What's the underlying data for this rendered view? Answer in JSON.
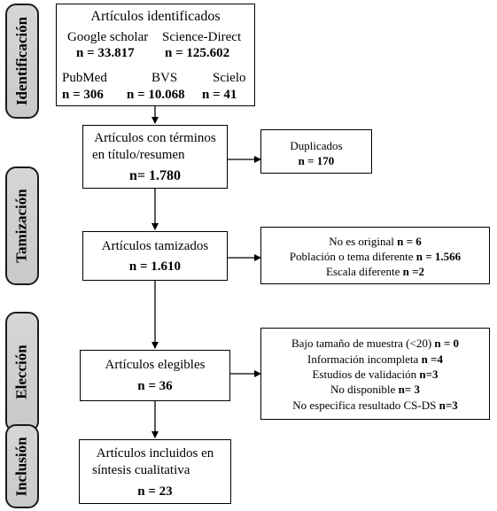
{
  "phases": {
    "identification": "Identificación",
    "screening": "Tamización",
    "eligibility": "Elección",
    "inclusion": "Inclusión"
  },
  "identified": {
    "title": "Artículos identificados",
    "google_name": "Google scholar",
    "google_n": "n = 33.817",
    "science_name": "Science-Direct",
    "science_n": "n = 125.602",
    "pubmed_name": "PubMed",
    "pubmed_n": "n = 306",
    "bvs_name": "BVS",
    "bvs_n": "n = 10.068",
    "scielo_name": "Scielo",
    "scielo_n": "n = 41"
  },
  "terms": {
    "line1": "Artículos con términos",
    "line2": "en título/resumen",
    "n": "n= 1.780"
  },
  "duplicates": {
    "label": "Duplicados",
    "n": "n = 170"
  },
  "screened": {
    "label": "Artículos tamizados",
    "n": "n = 1.610"
  },
  "excluded_screen": [
    {
      "text": "No es original",
      "n": "n = 6"
    },
    {
      "text": "Población o tema diferente",
      "n": "n = 1.566"
    },
    {
      "text": "Escala diferente",
      "n": "n =2"
    }
  ],
  "eligible": {
    "label": "Artículos elegibles",
    "n": "n = 36"
  },
  "excluded_elig": [
    {
      "text": "Bajo tamaño de muestra (<20)",
      "n": "n = 0"
    },
    {
      "text": "Información incompleta",
      "n": "n =4"
    },
    {
      "text": "Estudios de validación",
      "n": "n=3"
    },
    {
      "text": "No disponible",
      "n": "n= 3"
    },
    {
      "text": "No especifica resultado CS-DS",
      "n": "n=3"
    }
  ],
  "included": {
    "line1": "Artículos incluidos en",
    "line2": "síntesis cualitativa",
    "n": "n = 23"
  }
}
